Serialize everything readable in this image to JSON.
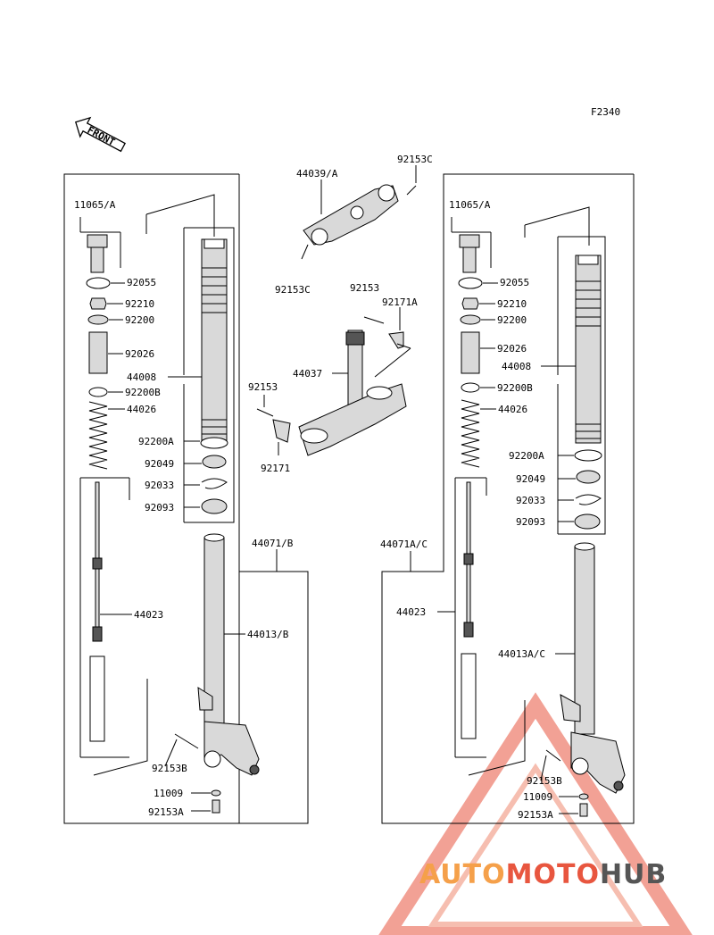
{
  "figure_code": "F2340",
  "front_arrow_text": "FRONT",
  "watermark": {
    "part1": "AUTO",
    "part2": "MOTO",
    "part3": "HUB",
    "color1": "#f5a04a",
    "color2": "#e8563f",
    "color3": "#555555"
  },
  "labels": {
    "l_11065": "11065/A",
    "l_92055": "92055",
    "l_92210": "92210",
    "l_92200": "92200",
    "l_92026": "92026",
    "l_44008": "44008",
    "l_92200B": "92200B",
    "l_44026": "44026",
    "l_92200A": "92200A",
    "l_92049": "92049",
    "l_92033": "92033",
    "l_92093": "92093",
    "l_44071": "44071/B",
    "l_44023": "44023",
    "l_44013": "44013/B",
    "l_92153B": "92153B",
    "l_11009": "11009",
    "l_92153A": "92153A",
    "c_44039": "44039/A",
    "c_92153C_top": "92153C",
    "c_92153C_bot": "92153C",
    "c_92153_a": "92153",
    "c_92171A": "92171A",
    "c_44037": "44037",
    "c_92153_b": "92153",
    "c_92171": "92171",
    "r_11065": "11065/A",
    "r_92055": "92055",
    "r_92210": "92210",
    "r_92200": "92200",
    "r_92026": "92026",
    "r_44008": "44008",
    "r_92200B": "92200B",
    "r_44026": "44026",
    "r_92200A": "92200A",
    "r_92049": "92049",
    "r_92033": "92033",
    "r_92093": "92093",
    "r_44071": "44071A/C",
    "r_44023": "44023",
    "r_44013": "44013A/C",
    "r_92153B": "92153B",
    "r_11009": "11009",
    "r_92153A": "92153A"
  }
}
